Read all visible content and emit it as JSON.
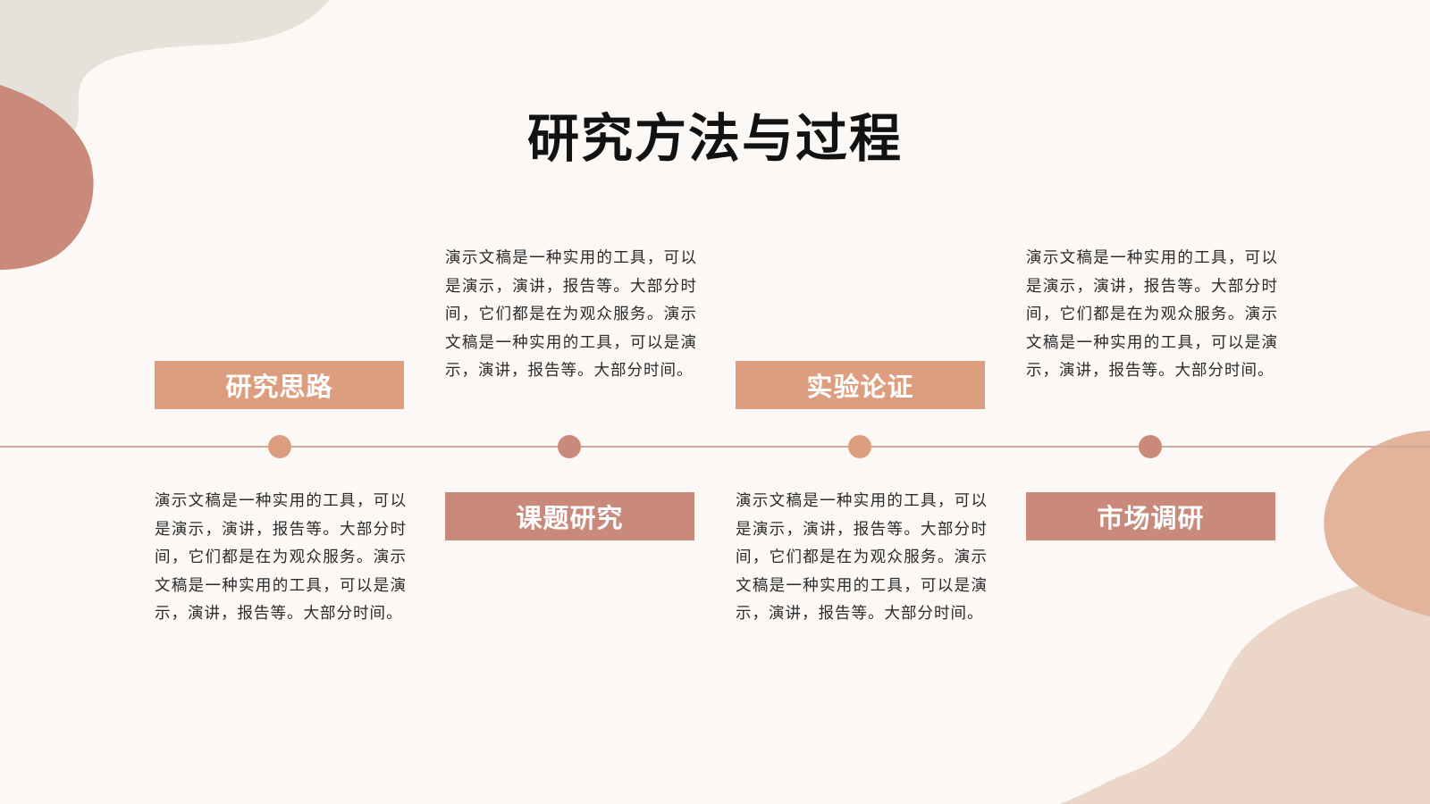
{
  "title": "研究方法与过程",
  "colors": {
    "background": "#fcf8f5",
    "peach": "#dd9e7f",
    "rose": "#c98a7c",
    "line": "#d0aa9a",
    "beige": "#e6e2d9"
  },
  "steps": [
    {
      "label": "研究思路",
      "color": "#dd9e7f",
      "description": "演示文稿是一种实用的工具，可以是演示，演讲，报告等。大部分时间，它们都是在为观众服务。演示文稿是一种实用的工具，可以是演示，演讲，报告等。大部分时间。"
    },
    {
      "label": "课题研究",
      "color": "#c98a7c",
      "description": "演示文稿是一种实用的工具，可以是演示，演讲，报告等。大部分时间，它们都是在为观众服务。演示文稿是一种实用的工具，可以是演示，演讲，报告等。大部分时间。"
    },
    {
      "label": "实验论证",
      "color": "#dd9e7f",
      "description": "演示文稿是一种实用的工具，可以是演示，演讲，报告等。大部分时间，它们都是在为观众服务。演示文稿是一种实用的工具，可以是演示，演讲，报告等。大部分时间。"
    },
    {
      "label": "市场调研",
      "color": "#c98a7c",
      "description": "演示文稿是一种实用的工具，可以是演示，演讲，报告等。大部分时间，它们都是在为观众服务。演示文稿是一种实用的工具，可以是演示，演讲，报告等。大部分时间。"
    }
  ]
}
